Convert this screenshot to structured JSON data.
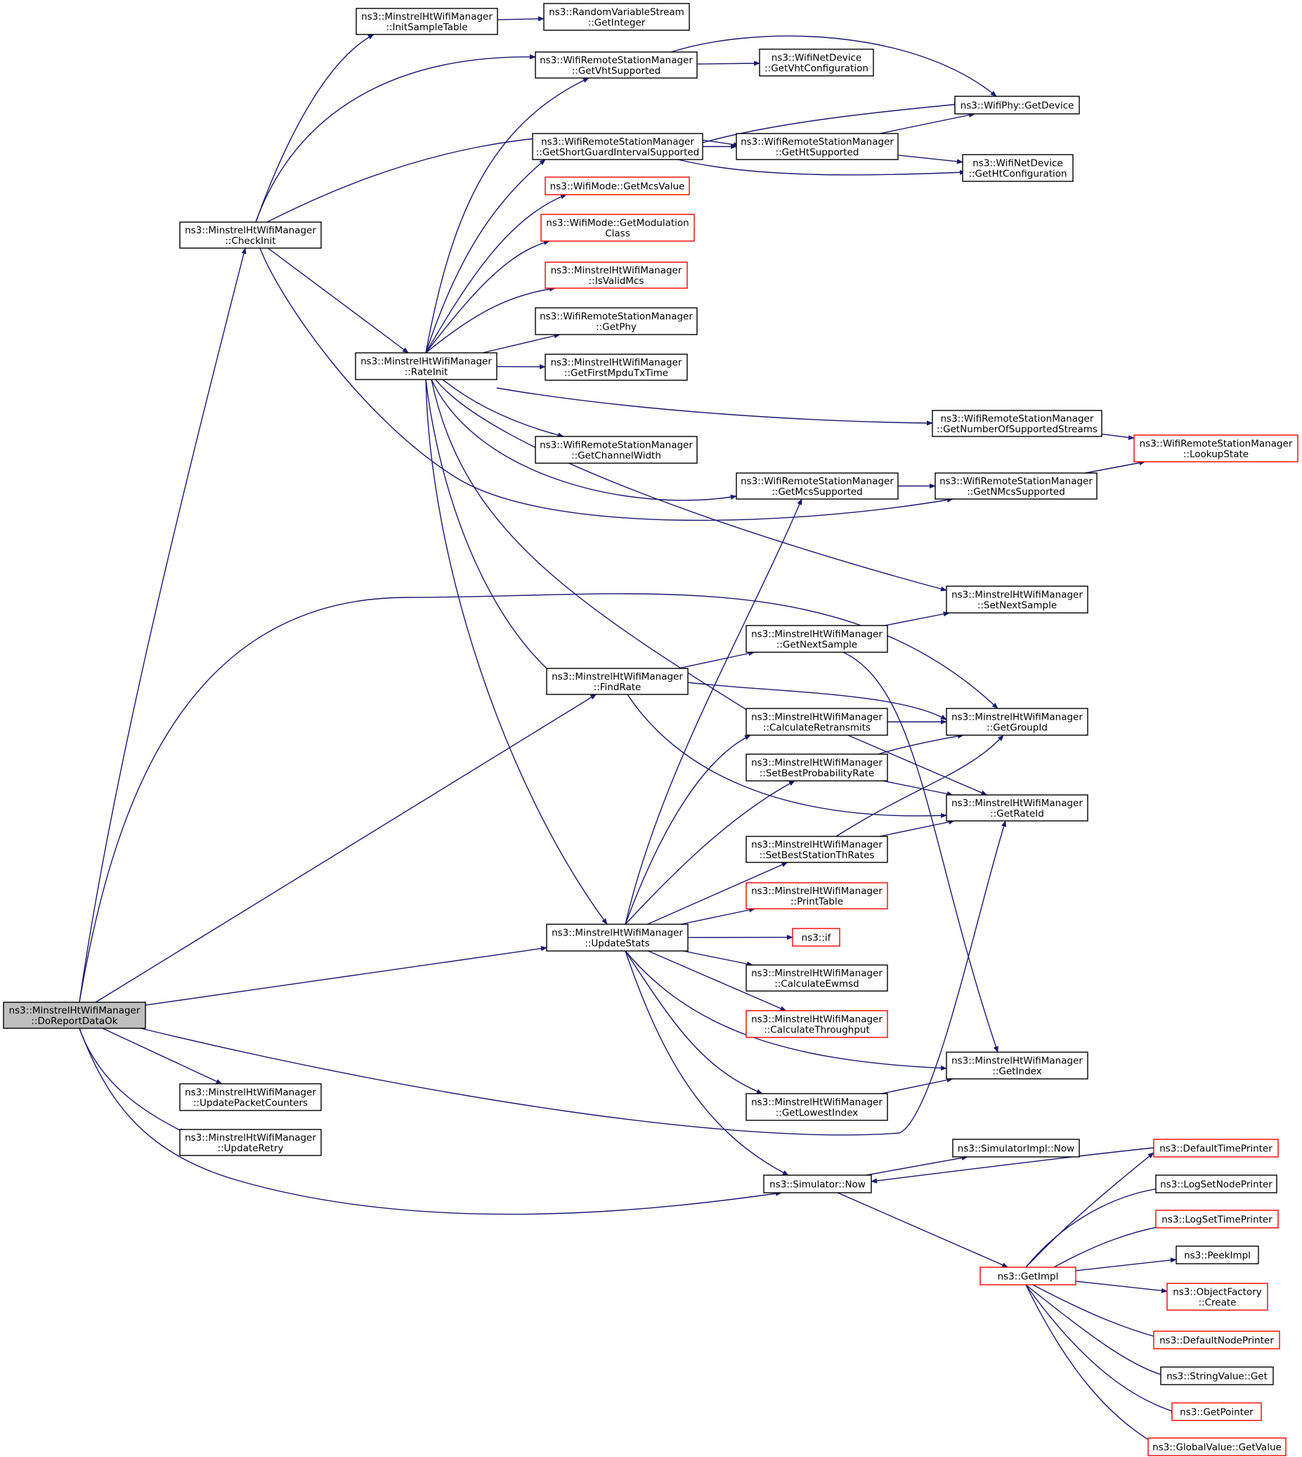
{
  "colors": {
    "edge": "#191970",
    "normal_border": "#000000",
    "incomplete_border": "#ff0000",
    "root_fill": "#bfbfbf",
    "node_fill": "#ffffff",
    "text": "#000000"
  },
  "nodes": [
    {
      "id": "doreport",
      "lines": [
        "ns3::MinstrelHtWifiManager",
        "::DoReportDataOk"
      ],
      "style": "root"
    },
    {
      "id": "checkinit",
      "lines": [
        "ns3::MinstrelHtWifiManager",
        "::CheckInit"
      ],
      "style": "normal"
    },
    {
      "id": "initsample",
      "lines": [
        "ns3::MinstrelHtWifiManager",
        "::InitSampleTable"
      ],
      "style": "normal"
    },
    {
      "id": "getinteger",
      "lines": [
        "ns3::RandomVariableStream",
        "::GetInteger"
      ],
      "style": "normal"
    },
    {
      "id": "getvhtsupp",
      "lines": [
        "ns3::WifiRemoteStationManager",
        "::GetVhtSupported"
      ],
      "style": "normal"
    },
    {
      "id": "getvhtconf",
      "lines": [
        "ns3::WifiNetDevice",
        "::GetVhtConfiguration"
      ],
      "style": "normal"
    },
    {
      "id": "getdevice",
      "lines": [
        "ns3::WifiPhy::GetDevice"
      ],
      "style": "normal"
    },
    {
      "id": "getsgi",
      "lines": [
        "ns3::WifiRemoteStationManager",
        "::GetShortGuardIntervalSupported"
      ],
      "style": "normal"
    },
    {
      "id": "gethtsupp",
      "lines": [
        "ns3::WifiRemoteStationManager",
        "::GetHtSupported"
      ],
      "style": "normal"
    },
    {
      "id": "gethtconf",
      "lines": [
        "ns3::WifiNetDevice",
        "::GetHtConfiguration"
      ],
      "style": "normal"
    },
    {
      "id": "getmcsvalue",
      "lines": [
        "ns3::WifiMode::GetMcsValue"
      ],
      "style": "incomplete"
    },
    {
      "id": "getmodclass",
      "lines": [
        "ns3::WifiMode::GetModulation",
        "Class"
      ],
      "style": "incomplete"
    },
    {
      "id": "isvalidmcs",
      "lines": [
        "ns3::MinstrelHtWifiManager",
        "::IsValidMcs"
      ],
      "style": "incomplete"
    },
    {
      "id": "getphy",
      "lines": [
        "ns3::WifiRemoteStationManager",
        "::GetPhy"
      ],
      "style": "normal"
    },
    {
      "id": "rateinit",
      "lines": [
        "ns3::MinstrelHtWifiManager",
        "::RateInit"
      ],
      "style": "normal"
    },
    {
      "id": "getfirstmpdu",
      "lines": [
        "ns3::MinstrelHtWifiManager",
        "::GetFirstMpduTxTime"
      ],
      "style": "normal"
    },
    {
      "id": "getnss",
      "lines": [
        "ns3::WifiRemoteStationManager",
        "::GetNumberOfSupportedStreams"
      ],
      "style": "normal"
    },
    {
      "id": "lookupstate",
      "lines": [
        "ns3::WifiRemoteStationManager",
        "::LookupState"
      ],
      "style": "incomplete"
    },
    {
      "id": "getchanwidth",
      "lines": [
        "ns3::WifiRemoteStationManager",
        "::GetChannelWidth"
      ],
      "style": "normal"
    },
    {
      "id": "getmcssupp",
      "lines": [
        "ns3::WifiRemoteStationManager",
        "::GetMcsSupported"
      ],
      "style": "normal"
    },
    {
      "id": "getnmcssupp",
      "lines": [
        "ns3::WifiRemoteStationManager",
        "::GetNMcsSupported"
      ],
      "style": "normal"
    },
    {
      "id": "setnextsample",
      "lines": [
        "ns3::MinstrelHtWifiManager",
        "::SetNextSample"
      ],
      "style": "normal"
    },
    {
      "id": "getnextsample",
      "lines": [
        "ns3::MinstrelHtWifiManager",
        "::GetNextSample"
      ],
      "style": "normal"
    },
    {
      "id": "findrate",
      "lines": [
        "ns3::MinstrelHtWifiManager",
        "::FindRate"
      ],
      "style": "normal"
    },
    {
      "id": "calcretrans",
      "lines": [
        "ns3::MinstrelHtWifiManager",
        "::CalculateRetransmits"
      ],
      "style": "normal"
    },
    {
      "id": "getgroupid",
      "lines": [
        "ns3::MinstrelHtWifiManager",
        "::GetGroupId"
      ],
      "style": "normal"
    },
    {
      "id": "setbestprob",
      "lines": [
        "ns3::MinstrelHtWifiManager",
        "::SetBestProbabilityRate"
      ],
      "style": "normal"
    },
    {
      "id": "getrateid",
      "lines": [
        "ns3::MinstrelHtWifiManager",
        "::GetRateId"
      ],
      "style": "normal"
    },
    {
      "id": "setbestth",
      "lines": [
        "ns3::MinstrelHtWifiManager",
        "::SetBestStationThRates"
      ],
      "style": "normal"
    },
    {
      "id": "printtable",
      "lines": [
        "ns3::MinstrelHtWifiManager",
        "::PrintTable"
      ],
      "style": "incomplete"
    },
    {
      "id": "updatestats",
      "lines": [
        "ns3::MinstrelHtWifiManager",
        "::UpdateStats"
      ],
      "style": "normal"
    },
    {
      "id": "nsif",
      "lines": [
        "ns3::if"
      ],
      "style": "incomplete"
    },
    {
      "id": "calcewmsd",
      "lines": [
        "ns3::MinstrelHtWifiManager",
        "::CalculateEwmsd"
      ],
      "style": "normal"
    },
    {
      "id": "calcthroughput",
      "lines": [
        "ns3::MinstrelHtWifiManager",
        "::CalculateThroughput"
      ],
      "style": "incomplete"
    },
    {
      "id": "getindex",
      "lines": [
        "ns3::MinstrelHtWifiManager",
        "::GetIndex"
      ],
      "style": "normal"
    },
    {
      "id": "updatepkt",
      "lines": [
        "ns3::MinstrelHtWifiManager",
        "::UpdatePacketCounters"
      ],
      "style": "normal"
    },
    {
      "id": "updateretry",
      "lines": [
        "ns3::MinstrelHtWifiManager",
        "::UpdateRetry"
      ],
      "style": "normal"
    },
    {
      "id": "getlowestindex",
      "lines": [
        "ns3::MinstrelHtWifiManager",
        "::GetLowestIndex"
      ],
      "style": "normal"
    },
    {
      "id": "simimplnow",
      "lines": [
        "ns3::SimulatorImpl::Now"
      ],
      "style": "normal"
    },
    {
      "id": "defaulttimeprinter",
      "lines": [
        "ns3::DefaultTimePrinter"
      ],
      "style": "incomplete"
    },
    {
      "id": "simnow",
      "lines": [
        "ns3::Simulator::Now"
      ],
      "style": "normal"
    },
    {
      "id": "logsetnodeprinter",
      "lines": [
        "ns3::LogSetNodePrinter"
      ],
      "style": "normal"
    },
    {
      "id": "logsettimeprinter",
      "lines": [
        "ns3::LogSetTimePrinter"
      ],
      "style": "incomplete"
    },
    {
      "id": "peekimpl",
      "lines": [
        "ns3::PeekImpl"
      ],
      "style": "normal"
    },
    {
      "id": "getimpl",
      "lines": [
        "ns3::GetImpl"
      ],
      "style": "incomplete"
    },
    {
      "id": "objfactorycreate",
      "lines": [
        "ns3::ObjectFactory",
        "::Create"
      ],
      "style": "incomplete"
    },
    {
      "id": "defaultnodeprinter",
      "lines": [
        "ns3::DefaultNodePrinter"
      ],
      "style": "incomplete"
    },
    {
      "id": "stringvalueget",
      "lines": [
        "ns3::StringValue::Get"
      ],
      "style": "normal"
    },
    {
      "id": "getpointer",
      "lines": [
        "ns3::GetPointer"
      ],
      "style": "incomplete"
    },
    {
      "id": "globalvaluegetvalue",
      "lines": [
        "ns3::GlobalValue::GetValue"
      ],
      "style": "incomplete"
    }
  ],
  "edges": [
    [
      "doreport",
      "checkinit"
    ],
    [
      "doreport",
      "findrate"
    ],
    [
      "doreport",
      "updatestats"
    ],
    [
      "doreport",
      "getgroupid"
    ],
    [
      "doreport",
      "updatepkt"
    ],
    [
      "doreport",
      "updateretry"
    ],
    [
      "doreport",
      "getrateid"
    ],
    [
      "doreport",
      "simnow"
    ],
    [
      "checkinit",
      "initsample"
    ],
    [
      "checkinit",
      "getvhtsupp"
    ],
    [
      "checkinit",
      "gethtsupp"
    ],
    [
      "checkinit",
      "rateinit"
    ],
    [
      "checkinit",
      "getnmcssupp"
    ],
    [
      "initsample",
      "getinteger"
    ],
    [
      "getvhtsupp",
      "getvhtconf"
    ],
    [
      "getvhtsupp",
      "getdevice"
    ],
    [
      "getsgi",
      "gethtsupp"
    ],
    [
      "getsgi",
      "getdevice"
    ],
    [
      "getsgi",
      "gethtconf"
    ],
    [
      "gethtsupp",
      "getdevice"
    ],
    [
      "gethtsupp",
      "gethtconf"
    ],
    [
      "rateinit",
      "getvhtsupp"
    ],
    [
      "rateinit",
      "getsgi"
    ],
    [
      "rateinit",
      "getmcsvalue"
    ],
    [
      "rateinit",
      "getmodclass"
    ],
    [
      "rateinit",
      "isvalidmcs"
    ],
    [
      "rateinit",
      "getphy"
    ],
    [
      "rateinit",
      "getfirstmpdu"
    ],
    [
      "rateinit",
      "getnss"
    ],
    [
      "rateinit",
      "getchanwidth"
    ],
    [
      "rateinit",
      "getmcssupp"
    ],
    [
      "rateinit",
      "setnextsample"
    ],
    [
      "rateinit",
      "findrate"
    ],
    [
      "rateinit",
      "calcretrans"
    ],
    [
      "rateinit",
      "updatestats"
    ],
    [
      "getnss",
      "lookupstate"
    ],
    [
      "getmcssupp",
      "getnmcssupp"
    ],
    [
      "getnmcssupp",
      "lookupstate"
    ],
    [
      "findrate",
      "getnextsample"
    ],
    [
      "findrate",
      "getgroupid"
    ],
    [
      "findrate",
      "getrateid"
    ],
    [
      "getnextsample",
      "setnextsample"
    ],
    [
      "getnextsample",
      "getindex"
    ],
    [
      "calcretrans",
      "getgroupid"
    ],
    [
      "calcretrans",
      "getrateid"
    ],
    [
      "setbestprob",
      "getgroupid"
    ],
    [
      "setbestprob",
      "getrateid"
    ],
    [
      "setbestth",
      "getgroupid"
    ],
    [
      "setbestth",
      "getrateid"
    ],
    [
      "updatestats",
      "getmcssupp"
    ],
    [
      "updatestats",
      "calcretrans"
    ],
    [
      "updatestats",
      "setbestprob"
    ],
    [
      "updatestats",
      "setbestth"
    ],
    [
      "updatestats",
      "printtable"
    ],
    [
      "updatestats",
      "nsif"
    ],
    [
      "updatestats",
      "calcewmsd"
    ],
    [
      "updatestats",
      "calcthroughput"
    ],
    [
      "updatestats",
      "getindex"
    ],
    [
      "updatestats",
      "getlowestindex"
    ],
    [
      "updatestats",
      "simnow"
    ],
    [
      "getlowestindex",
      "getindex"
    ],
    [
      "simnow",
      "simimplnow"
    ],
    [
      "simnow",
      "getimpl"
    ],
    [
      "defaulttimeprinter",
      "simnow"
    ],
    [
      "getimpl",
      "defaulttimeprinter"
    ],
    [
      "getimpl",
      "logsetnodeprinter"
    ],
    [
      "getimpl",
      "logsettimeprinter"
    ],
    [
      "getimpl",
      "peekimpl"
    ],
    [
      "getimpl",
      "objfactorycreate"
    ],
    [
      "getimpl",
      "defaultnodeprinter"
    ],
    [
      "getimpl",
      "stringvalueget"
    ],
    [
      "getimpl",
      "getpointer"
    ],
    [
      "getimpl",
      "globalvaluegetvalue"
    ]
  ]
}
